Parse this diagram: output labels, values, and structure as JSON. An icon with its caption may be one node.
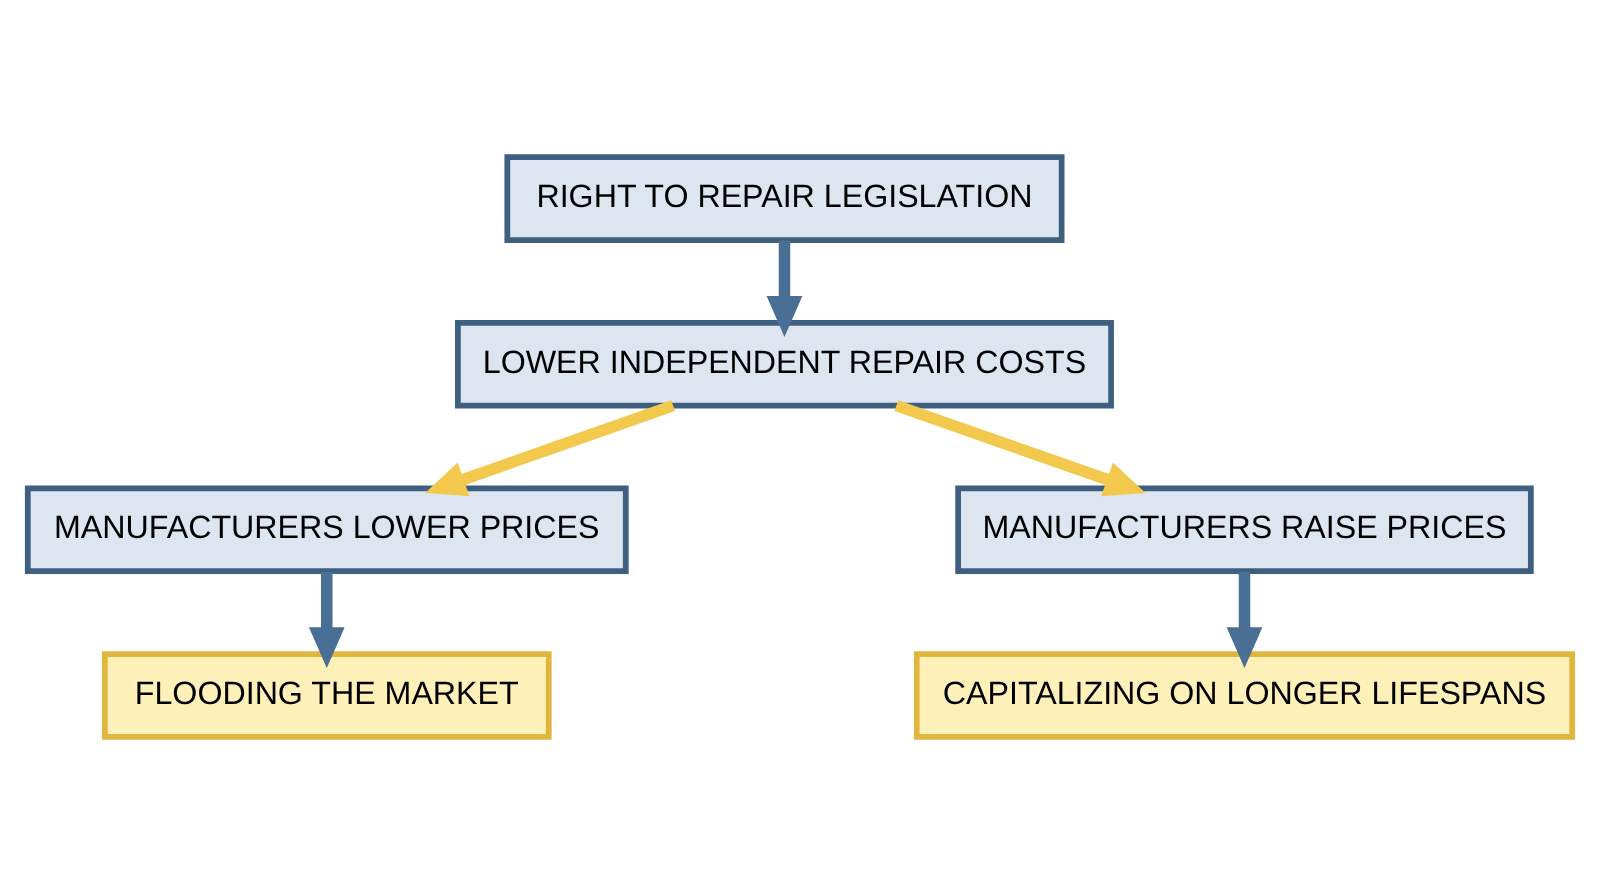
{
  "diagram": {
    "nodes": [
      {
        "text": [
          "RIGHT TO REPAIR LEGISLATION"
        ]
      },
      {
        "text": [
          "LOWER INDEPENDENT REPAIR COSTS"
        ]
      },
      {
        "text": [
          "MANUFACTURERS LOWER PRICES"
        ]
      },
      {
        "text": [
          "MANUFACTURERS RAISE PRICES"
        ]
      },
      {
        "text": [
          "FLOODING THE MARKET"
        ]
      },
      {
        "text": [
          "CAPITALIZING ON LONGER LIFESPANS"
        ]
      }
    ],
    "edges": [
      {
        "from": 0,
        "to": 1,
        "arrow": "to"
      },
      {
        "from": 1,
        "to": 2,
        "arrow": "to",
        "color": "#f2c94c"
      },
      {
        "from": 1,
        "to": 3,
        "arrow": "to",
        "color": "#f2c94c"
      },
      {
        "from": 2,
        "to": 4,
        "arrow": "to"
      },
      {
        "from": 3,
        "to": 5,
        "arrow": "to"
      }
    ]
  }
}
